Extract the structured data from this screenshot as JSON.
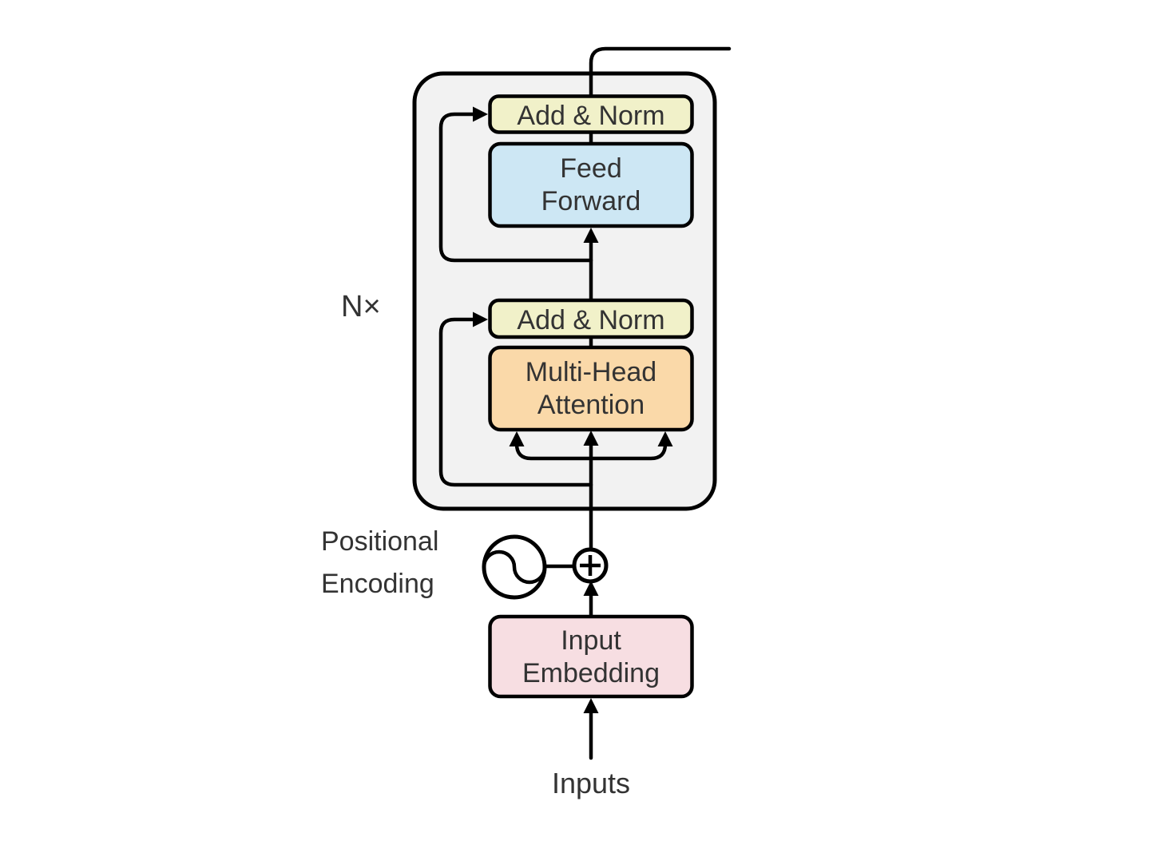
{
  "encoder": {
    "n_label": "N×",
    "container_fill": "#F2F2F2",
    "boxes": {
      "add_norm_top": {
        "label": "Add & Norm",
        "fill": "#F1F1C9"
      },
      "feed_forward": {
        "line1": "Feed",
        "line2": "Forward",
        "fill": "#CDE7F4"
      },
      "add_norm_bottom": {
        "label": "Add & Norm",
        "fill": "#F1F1C9"
      },
      "multi_head_attention": {
        "line1": "Multi-Head",
        "line2": "Attention",
        "fill": "#FAD9A9"
      }
    }
  },
  "embedding": {
    "input_embedding": {
      "line1": "Input",
      "line2": "Embedding",
      "fill": "#F7DEE2"
    }
  },
  "labels": {
    "positional_encoding": {
      "line1": "Positional",
      "line2": "Encoding"
    },
    "inputs": "Inputs"
  },
  "icons": {
    "positional_encoding_icon": "sine-wave-in-circle",
    "sum_icon": "circled-plus"
  },
  "colors": {
    "background": "#FFFFFF",
    "line": "#000000",
    "box_border": "#000000",
    "text": "#333333",
    "container_fill": "#F2F2F2"
  }
}
